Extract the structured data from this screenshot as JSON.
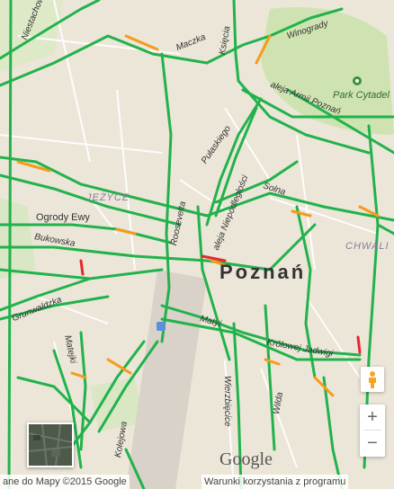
{
  "map": {
    "city_label": "Poznań",
    "districts": {
      "jezyce": "JEŻYCE",
      "chwaliszewo": "CHWALI"
    },
    "places": {
      "ogrody": "Ogrody Ewy",
      "park": "Park Cytadel"
    },
    "streets": {
      "niestachowska": "Niestachowska",
      "maczka": "Maczka",
      "ksiecia": "Księcia",
      "winogrady": "Winogrady",
      "armii_poznan": "aleja Armii Poznań",
      "pulaskiego": "Pułaskiego",
      "niepodleglosci": "aleja Niepodległości",
      "solna": "Solna",
      "roosevelta": "Roosevelta",
      "bukowska": "Bukowska",
      "grunwaldzka": "Grunwaldzka",
      "matyi": "Matyi",
      "krolowej": "Królowej Jadwigi",
      "matejki": "Matejki",
      "wierzbiecice": "Wierzbięcice",
      "wilda": "Wilda",
      "kolejowa": "Kolejowa"
    }
  },
  "controls": {
    "zoom_in": "+",
    "zoom_out": "−"
  },
  "logo": "Google",
  "attribution": {
    "data": "ane do Mapy ©2015 Google",
    "terms": "Warunki korzystania z programu"
  },
  "colors": {
    "traffic_green": "#22b24c",
    "traffic_orange": "#f59b18",
    "traffic_red": "#e6282c",
    "park": "#cfe3b2",
    "base": "#ece6d8"
  }
}
